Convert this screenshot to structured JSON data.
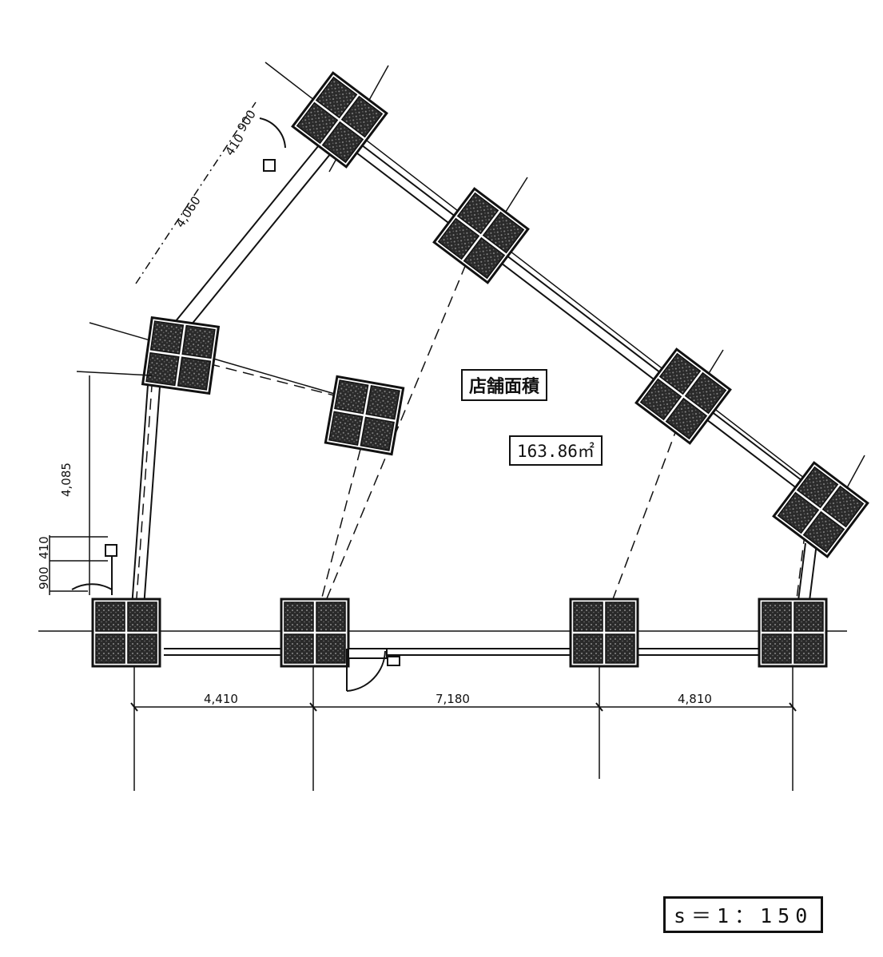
{
  "floor_area": {
    "title": "店舗面積",
    "value": "163.86㎡"
  },
  "scale": "s＝1：150",
  "bottom_dimensions": [
    "4,410",
    "7,180",
    "4,810"
  ],
  "left_dimensions": [
    "4,085",
    "900",
    "410"
  ],
  "upper_left_dimensions": [
    "4,060",
    "410",
    "900"
  ]
}
